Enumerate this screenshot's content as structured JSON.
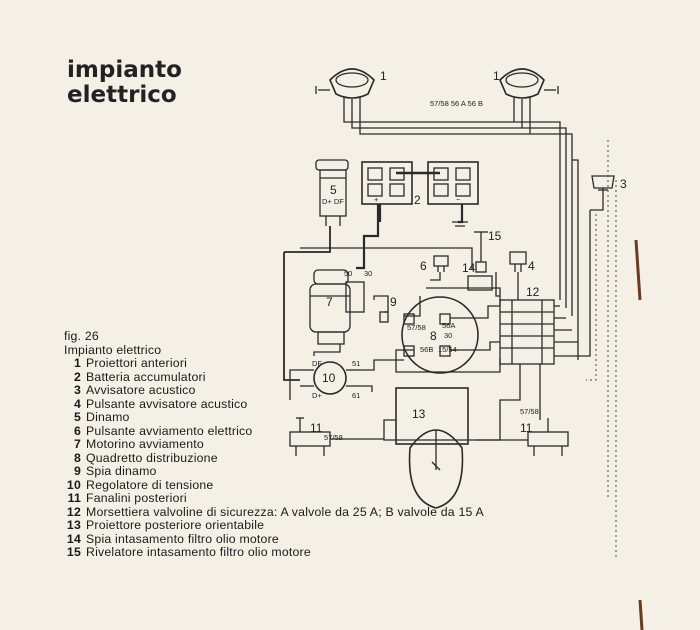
{
  "title": {
    "line1": "impianto",
    "line2": "elettrico"
  },
  "legend": {
    "figure": "fig. 26",
    "caption": "Impianto elettrico",
    "items": [
      {
        "n": "1",
        "text": "Proiettori anteriori"
      },
      {
        "n": "2",
        "text": "Batteria accumulatori"
      },
      {
        "n": "3",
        "text": "Avvisatore acustico"
      },
      {
        "n": "4",
        "text": "Pulsante avvisatore acustico"
      },
      {
        "n": "5",
        "text": "Dinamo"
      },
      {
        "n": "6",
        "text": "Pulsante avviamento elettrico"
      },
      {
        "n": "7",
        "text": "Motorino avviamento"
      },
      {
        "n": "8",
        "text": "Quadretto distribuzione"
      },
      {
        "n": "9",
        "text": "Spia dinamo"
      },
      {
        "n": "10",
        "text": "Regolatore di tensione"
      },
      {
        "n": "11",
        "text": "Fanalini posteriori"
      },
      {
        "n": "12",
        "text": "Morsettiera valvoline di sicurezza: A valvole da 25 A; B valvole da 15 A"
      },
      {
        "n": "13",
        "text": "Proiettore posteriore orientabile"
      },
      {
        "n": "14",
        "text": "Spia intasamento filtro olio motore"
      },
      {
        "n": "15",
        "text": "Rivelatore intasamento filtro olio motore"
      }
    ]
  },
  "diagram": {
    "labels": {
      "c1": "1",
      "c2": "2",
      "c3": "3",
      "c4": "4",
      "c5": "5",
      "c6": "6",
      "c7": "7",
      "c8": "8",
      "c9": "9",
      "c10": "10",
      "c11": "11",
      "c12": "12",
      "c13": "13",
      "c14": "14",
      "c15": "15",
      "term_lamp": "57/58   56 A  56 B",
      "dynamo_terms": "D+ DF",
      "t50": "50",
      "t30": "30",
      "q_5758": "57/58",
      "q_56a": "56A",
      "q_30": "30",
      "q_56b": "56B",
      "q_1554": "15/54",
      "r_df": "DF",
      "r_51": "51",
      "r_61": "61",
      "r_dplus": "D+",
      "tail_l": "57/58",
      "tail_r": "57/58",
      "plus": "+",
      "minus": "−"
    },
    "colors": {
      "ink": "#2a2a2a",
      "paper": "#f4f0e6"
    }
  }
}
